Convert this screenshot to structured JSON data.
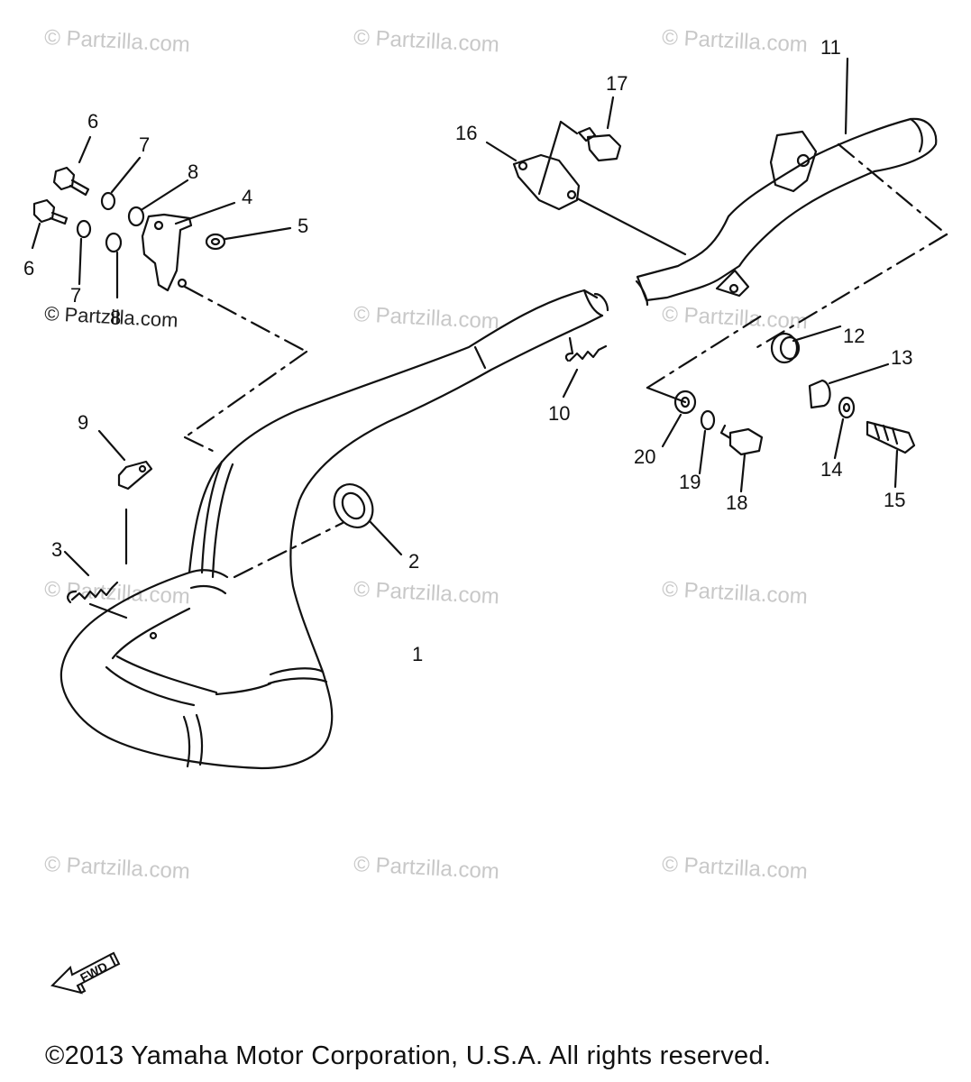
{
  "watermark": "© Partzilla.com",
  "watermark_highlight": "© Partzilla.com",
  "callouts": [
    "1",
    "2",
    "3",
    "4",
    "5",
    "6",
    "6",
    "7",
    "7",
    "8",
    "8",
    "9",
    "10",
    "11",
    "12",
    "13",
    "14",
    "15",
    "16",
    "17",
    "18",
    "19",
    "20"
  ],
  "fwd_label": "FWD",
  "copyright": "©2013  Yamaha Motor Corporation, U.S.A. All rights reserved."
}
